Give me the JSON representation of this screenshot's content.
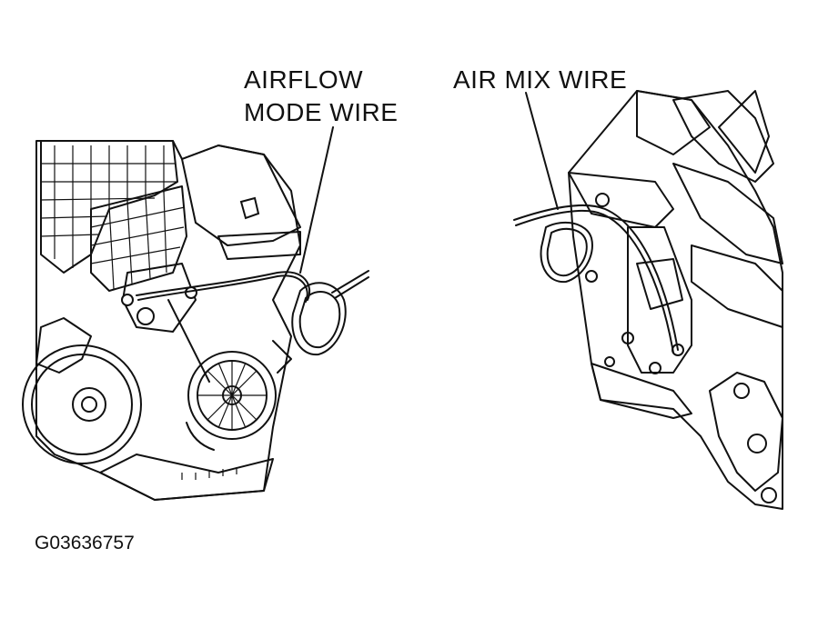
{
  "labels": {
    "airflow_line1": "AIRFLOW",
    "airflow_line2": "MODE WIRE",
    "airmix": "AIR MIX WIRE"
  },
  "figure_id": "G03636757"
}
